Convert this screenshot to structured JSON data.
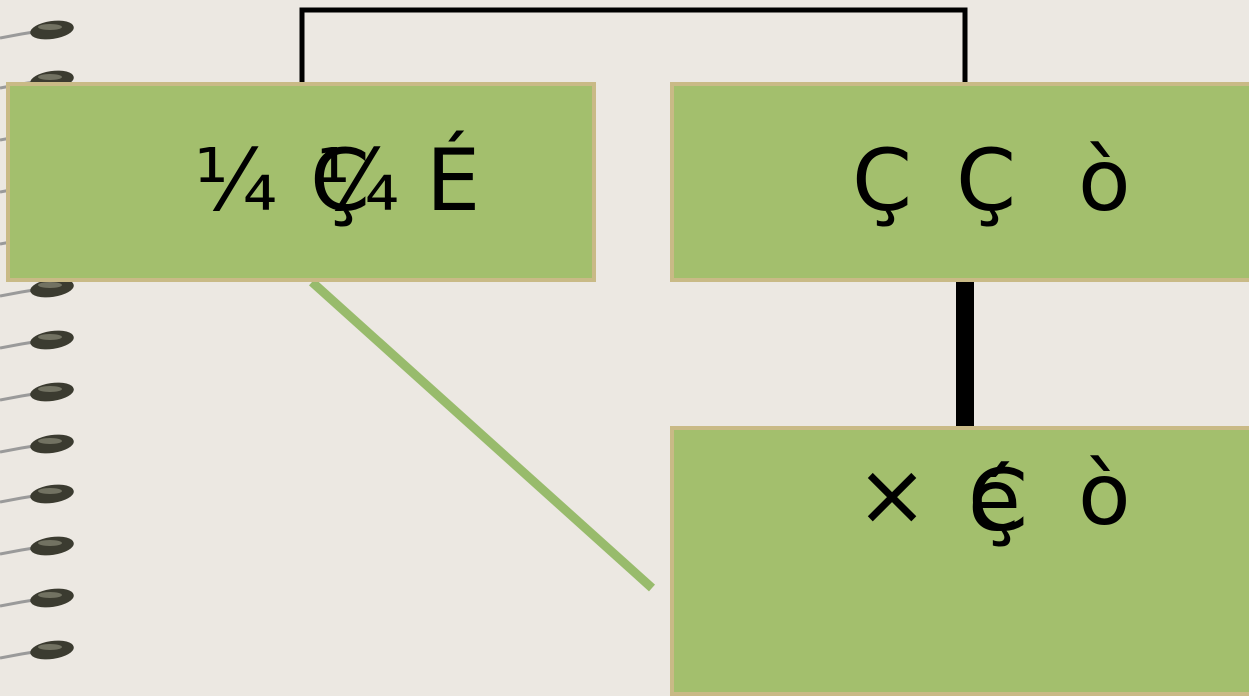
{
  "diagram": {
    "colors": {
      "background": "#ece8e2",
      "box_fill": "#a3bf6d",
      "box_border": "#c9ba86",
      "line_dark": "#000000",
      "line_green": "#98bb6c"
    },
    "nodes": [
      {
        "id": "box-left",
        "glyphs": [
          "¼",
          "Ç",
          "¼",
          "É"
        ]
      },
      {
        "id": "box-right",
        "glyphs": [
          "Ç",
          "Ç",
          "ò"
        ]
      },
      {
        "id": "box-bottom",
        "glyphs": [
          "×",
          "é",
          "Ç",
          "ò"
        ]
      }
    ]
  }
}
